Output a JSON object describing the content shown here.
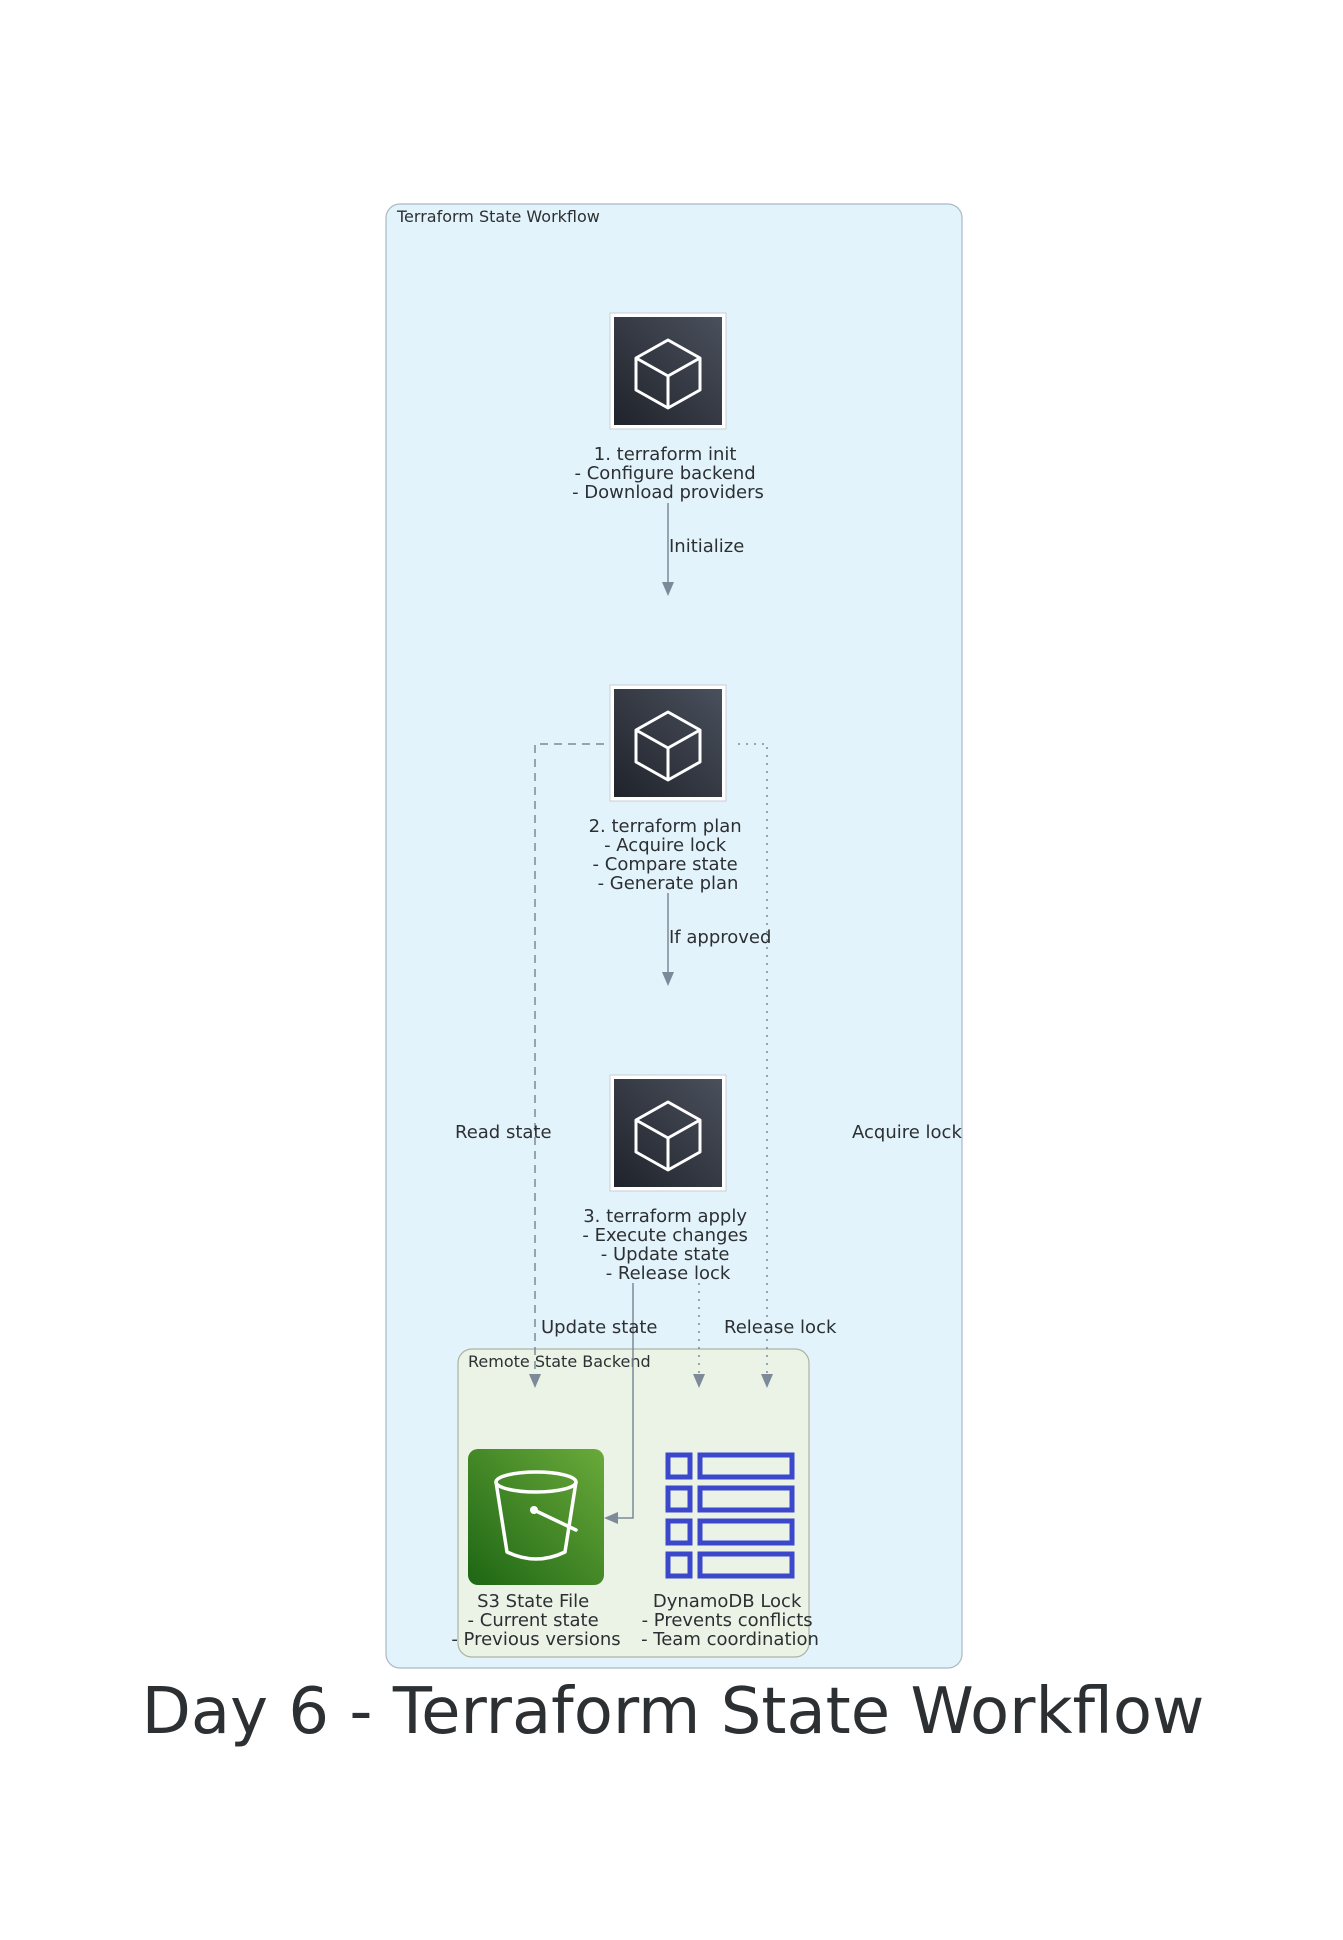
{
  "title": "Day 6 - Terraform State Workflow",
  "workflow_cluster": {
    "label": "Terraform State Workflow"
  },
  "backend_cluster": {
    "label": "Remote State Backend"
  },
  "nodes": {
    "init": {
      "icon": "terraform-cube-icon",
      "lines": [
        "1. terraform init",
        "- Configure backend",
        "- Download providers"
      ]
    },
    "plan": {
      "icon": "terraform-cube-icon",
      "lines": [
        "2. terraform plan",
        "- Acquire lock",
        "- Compare state",
        "- Generate plan"
      ]
    },
    "apply": {
      "icon": "terraform-cube-icon",
      "lines": [
        "3. terraform apply",
        "- Execute changes",
        "- Update state",
        "- Release lock"
      ]
    },
    "s3": {
      "icon": "s3-bucket-icon",
      "lines": [
        "S3 State File",
        "- Current state",
        "- Previous versions"
      ]
    },
    "dynamodb": {
      "icon": "dynamodb-table-icon",
      "lines": [
        "DynamoDB Lock",
        "- Prevents conflicts",
        "- Team coordination"
      ]
    }
  },
  "edges": {
    "initialize": "Initialize",
    "if_approved": "If approved",
    "read_state": "Read state",
    "acquire_lock": "Acquire lock",
    "update_state": "Update state",
    "release_lock": "Release lock"
  },
  "colors": {
    "workflow_fill": "#e3f3fb",
    "backend_fill": "#ebf2e6",
    "edge": "#7d8a99",
    "s3_green": "#3f8624",
    "dynamodb_blue": "#3b48cc",
    "terraform_dark": "#2a2f3a"
  }
}
